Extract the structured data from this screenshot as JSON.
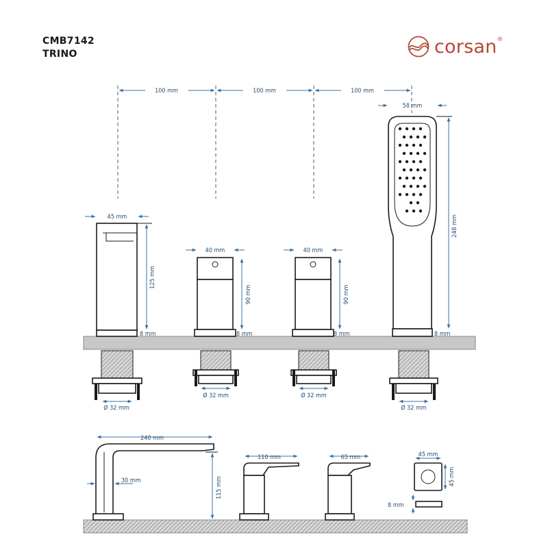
{
  "header": {
    "code": "CMB7142",
    "name": "TRINO"
  },
  "brand": {
    "name": "corsan",
    "mark": "®",
    "color": "#b34a35"
  },
  "colors": {
    "dimension": "#3a72a8",
    "outline": "#1a1a1a",
    "deck": "#c8c8c8"
  },
  "dimensions": {
    "spacing_1": "100 mm",
    "spacing_2": "100 mm",
    "spacing_3": "100 mm",
    "spout_width": "45 mm",
    "spout_height": "125 mm",
    "spout_base": "8 mm",
    "spout_hole": "Ø 32 mm",
    "valve1_width": "40 mm",
    "valve1_height": "90 mm",
    "valve1_base": "8 mm",
    "valve1_hole": "Ø 32 mm",
    "valve2_width": "40 mm",
    "valve2_height": "90 mm",
    "valve2_base": "8 mm",
    "valve2_hole": "Ø 32 mm",
    "shower_width": "58 mm",
    "shower_height": "248 mm",
    "shower_base": "8 mm",
    "shower_hole": "Ø 32 mm",
    "side_spout_reach": "240 mm",
    "side_spout_thickness": "30 mm",
    "side_spout_height": "115 mm",
    "side_valve_reach": "110 mm",
    "side_shower_holder_reach": "65 mm",
    "rosette_width": "45 mm",
    "rosette_height": "45 mm",
    "rosette_thickness": "8 mm"
  }
}
